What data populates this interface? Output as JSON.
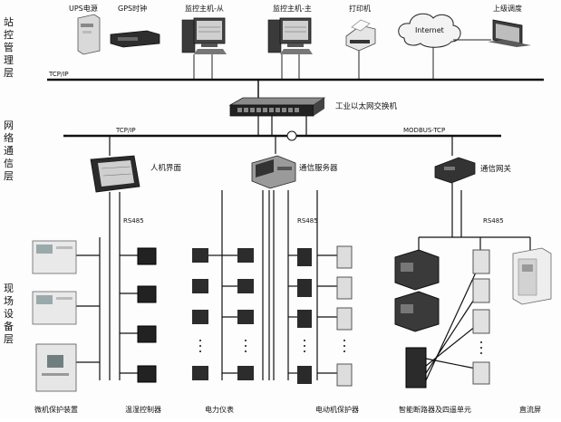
{
  "layers": {
    "station": "站控管理层",
    "network": "网络通信层",
    "field": "现场设备层"
  },
  "top_devices": {
    "ups": "UPS电源",
    "gps": "GPS时钟",
    "monitor_slave": "监控主机-从",
    "monitor_master": "监控主机-主",
    "printer": "打印机",
    "internet": "Internet",
    "upper_dispatch": "上级调度"
  },
  "network": {
    "top_bus": "TCP/IP",
    "switch": "工业以太网交换机",
    "left_bus": "TCP/IP",
    "right_bus": "MODBUS-TCP",
    "hmi": "人机界面",
    "comm_server": "通信服务器",
    "gateway": "通信网关"
  },
  "field": {
    "rs485_a": "RS485",
    "rs485_b": "RS485",
    "rs485_c": "RS485",
    "protection": "微机保护装置",
    "temp_ctrl": "温湿控制器",
    "power_meter": "电力仪表",
    "motor_prot": "电动机保护器",
    "breaker": "智能断路器及四遥单元",
    "dc_panel": "直流屏"
  }
}
